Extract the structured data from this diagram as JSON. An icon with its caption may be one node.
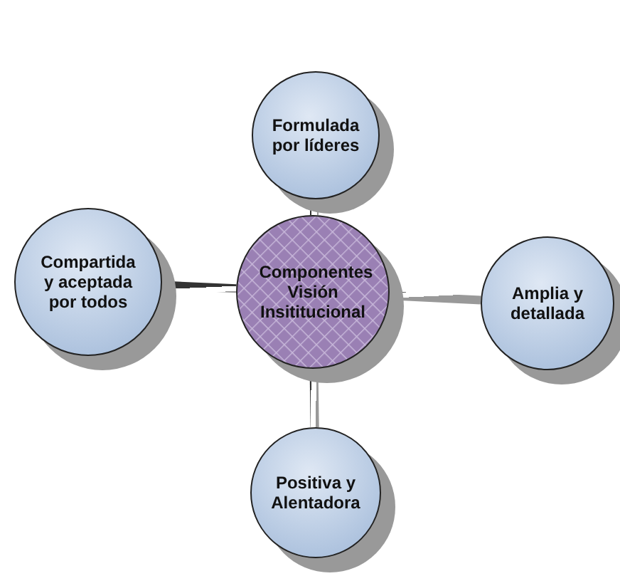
{
  "diagram": {
    "nodes": [
      {
        "text": [
          "Formulada por líderes"
        ]
      },
      {
        "text": [
          "Compartida y aceptada por todos"
        ]
      },
      {
        "text": [
          "Componentes Visión Insititucional"
        ]
      },
      {
        "text": [
          "Amplia y detallada"
        ]
      },
      {
        "text": [
          "Positiva y Alentadora"
        ]
      }
    ],
    "edges": [
      {
        "from": 2,
        "to": 0,
        "arrow": "none"
      },
      {
        "from": 2,
        "to": 1,
        "arrow": "none"
      },
      {
        "from": 2,
        "to": 3,
        "arrow": "none"
      },
      {
        "from": 2,
        "to": 4,
        "arrow": "none"
      }
    ]
  }
}
